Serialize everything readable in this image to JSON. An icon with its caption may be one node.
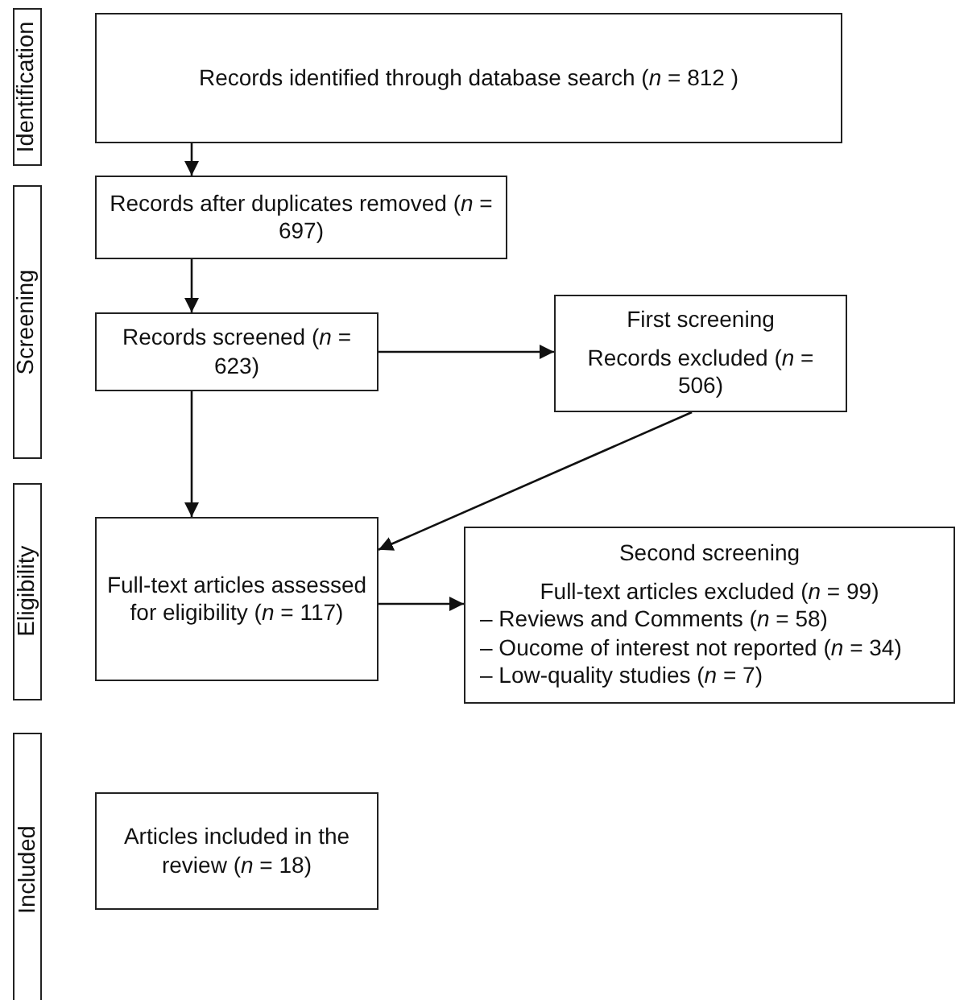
{
  "diagram": {
    "nodes": [
      {
        "text": [
          "Identification"
        ]
      },
      {
        "text": [
          "Records identified through database search (*n* = 812 )"
        ]
      },
      {
        "text": [
          "Screening"
        ]
      },
      {
        "text": [
          "Records after duplicates removed (*n* = 697)"
        ]
      },
      {
        "text": [
          "Records screened (*n* = 623)"
        ]
      },
      {
        "text": [
          "First screening",
          "Records excluded (*n* = 506)"
        ]
      },
      {
        "text": [
          "Eligibility"
        ]
      },
      {
        "text": [
          "Full-text articles assessed for eligibility (*n* = 117)"
        ]
      },
      {
        "text": [
          "Second screening",
          "Full-text articles excluded (*n* = 99)",
          "– Reviews and Comments (*n* = 58)",
          "– Oucome of interest not reported (*n* = 34)",
          "– Low-quality studies (*n* = 7)"
        ]
      },
      {
        "text": [
          "Included"
        ]
      },
      {
        "text": [
          "Articles included in the review (*n* = 18)"
        ]
      }
    ],
    "edges": [
      {
        "from": 1,
        "to": 3,
        "arrow": "to"
      },
      {
        "from": 3,
        "to": 4,
        "arrow": "to"
      },
      {
        "from": 4,
        "to": 5,
        "arrow": "to"
      },
      {
        "from": 4,
        "to": 7,
        "arrow": "to"
      },
      {
        "from": 5,
        "to": 7,
        "arrow": "to"
      },
      {
        "from": 7,
        "to": 8,
        "arrow": "to"
      }
    ]
  }
}
